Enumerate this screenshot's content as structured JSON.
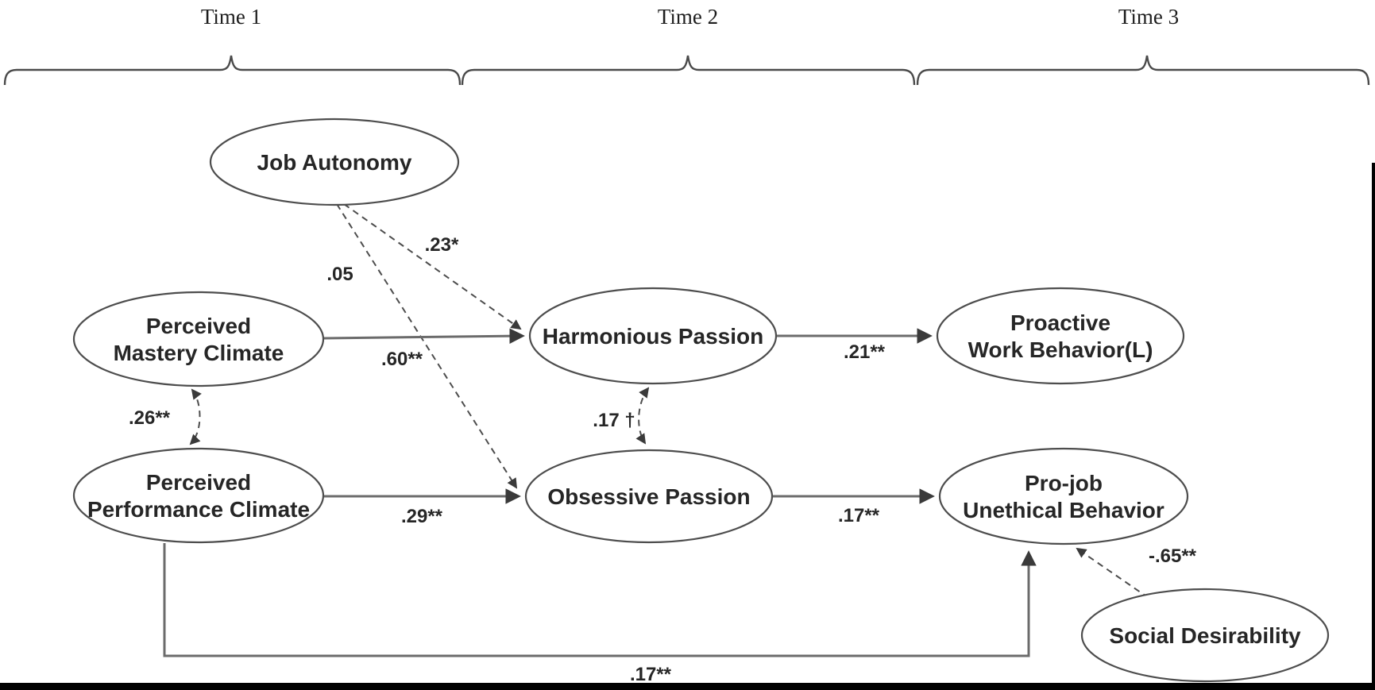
{
  "figure": {
    "type": "structural-path-model",
    "background_color": "#ffffff",
    "line_color": "#6b6b6b",
    "dashed_line_color": "#4d4d4d",
    "text_color": "#262626",
    "border_color": "#000000"
  },
  "timeline": {
    "labels": [
      "Time 1",
      "Time 2",
      "Time 3"
    ]
  },
  "nodes": [
    {
      "id": "job-autonomy",
      "lines": [
        "Job Autonomy"
      ]
    },
    {
      "id": "perceived-mastery-climate",
      "lines": [
        "Perceived",
        "Mastery Climate"
      ]
    },
    {
      "id": "perceived-performance-climate",
      "lines": [
        "Perceived",
        "Performance Climate"
      ]
    },
    {
      "id": "harmonious-passion",
      "lines": [
        "Harmonious Passion"
      ]
    },
    {
      "id": "obsessive-passion",
      "lines": [
        "Obsessive Passion"
      ]
    },
    {
      "id": "proactive-work-behavior",
      "lines": [
        "Proactive",
        "Work Behavior(L)"
      ]
    },
    {
      "id": "pro-job-unethical-behavior",
      "lines": [
        "Pro-job",
        "Unethical Behavior"
      ]
    },
    {
      "id": "social-desirability",
      "lines": [
        "Social Desirability"
      ]
    }
  ],
  "edges": [
    {
      "from": "job-autonomy",
      "to": "harmonious-passion",
      "style": "dashed",
      "arrow": "single",
      "coefficient": ".23*"
    },
    {
      "from": "job-autonomy",
      "to": "obsessive-passion",
      "style": "dashed",
      "arrow": "single",
      "coefficient": ".05"
    },
    {
      "from": "perceived-mastery-climate",
      "to": "harmonious-passion",
      "style": "solid",
      "arrow": "single",
      "coefficient": ".60**"
    },
    {
      "from": "perceived-mastery-climate",
      "to": "perceived-performance-climate",
      "style": "dashed-curved",
      "arrow": "double",
      "coefficient": ".26**"
    },
    {
      "from": "perceived-performance-climate",
      "to": "obsessive-passion",
      "style": "solid",
      "arrow": "single",
      "coefficient": ".29**"
    },
    {
      "from": "harmonious-passion",
      "to": "obsessive-passion",
      "style": "dashed-curved",
      "arrow": "double",
      "coefficient": ".17 †"
    },
    {
      "from": "harmonious-passion",
      "to": "proactive-work-behavior",
      "style": "solid",
      "arrow": "single",
      "coefficient": ".21**"
    },
    {
      "from": "obsessive-passion",
      "to": "pro-job-unethical-behavior",
      "style": "solid",
      "arrow": "single",
      "coefficient": ".17**"
    },
    {
      "from": "social-desirability",
      "to": "pro-job-unethical-behavior",
      "style": "dashed",
      "arrow": "single",
      "coefficient": "-.65**"
    },
    {
      "from": "perceived-performance-climate",
      "to": "pro-job-unethical-behavior",
      "style": "solid-elbow",
      "arrow": "single",
      "coefficient": ".17**"
    }
  ]
}
